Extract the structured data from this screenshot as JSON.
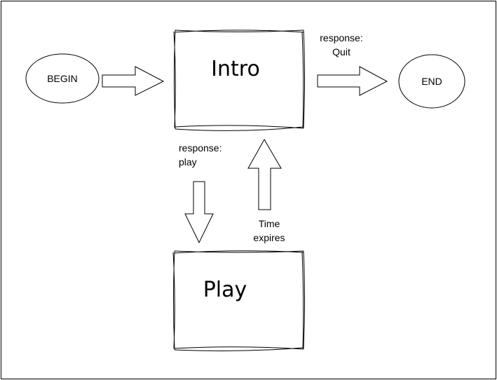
{
  "nodes": {
    "begin": "BEGIN",
    "end": "END",
    "intro": "Intro",
    "play": "Play"
  },
  "labels": {
    "response_quit_line1": "response:",
    "response_quit_line2": "Quit",
    "response_play_line1": "response:",
    "response_play_line2": "play",
    "time_expires_line1": "Time",
    "time_expires_line2": "expires"
  }
}
